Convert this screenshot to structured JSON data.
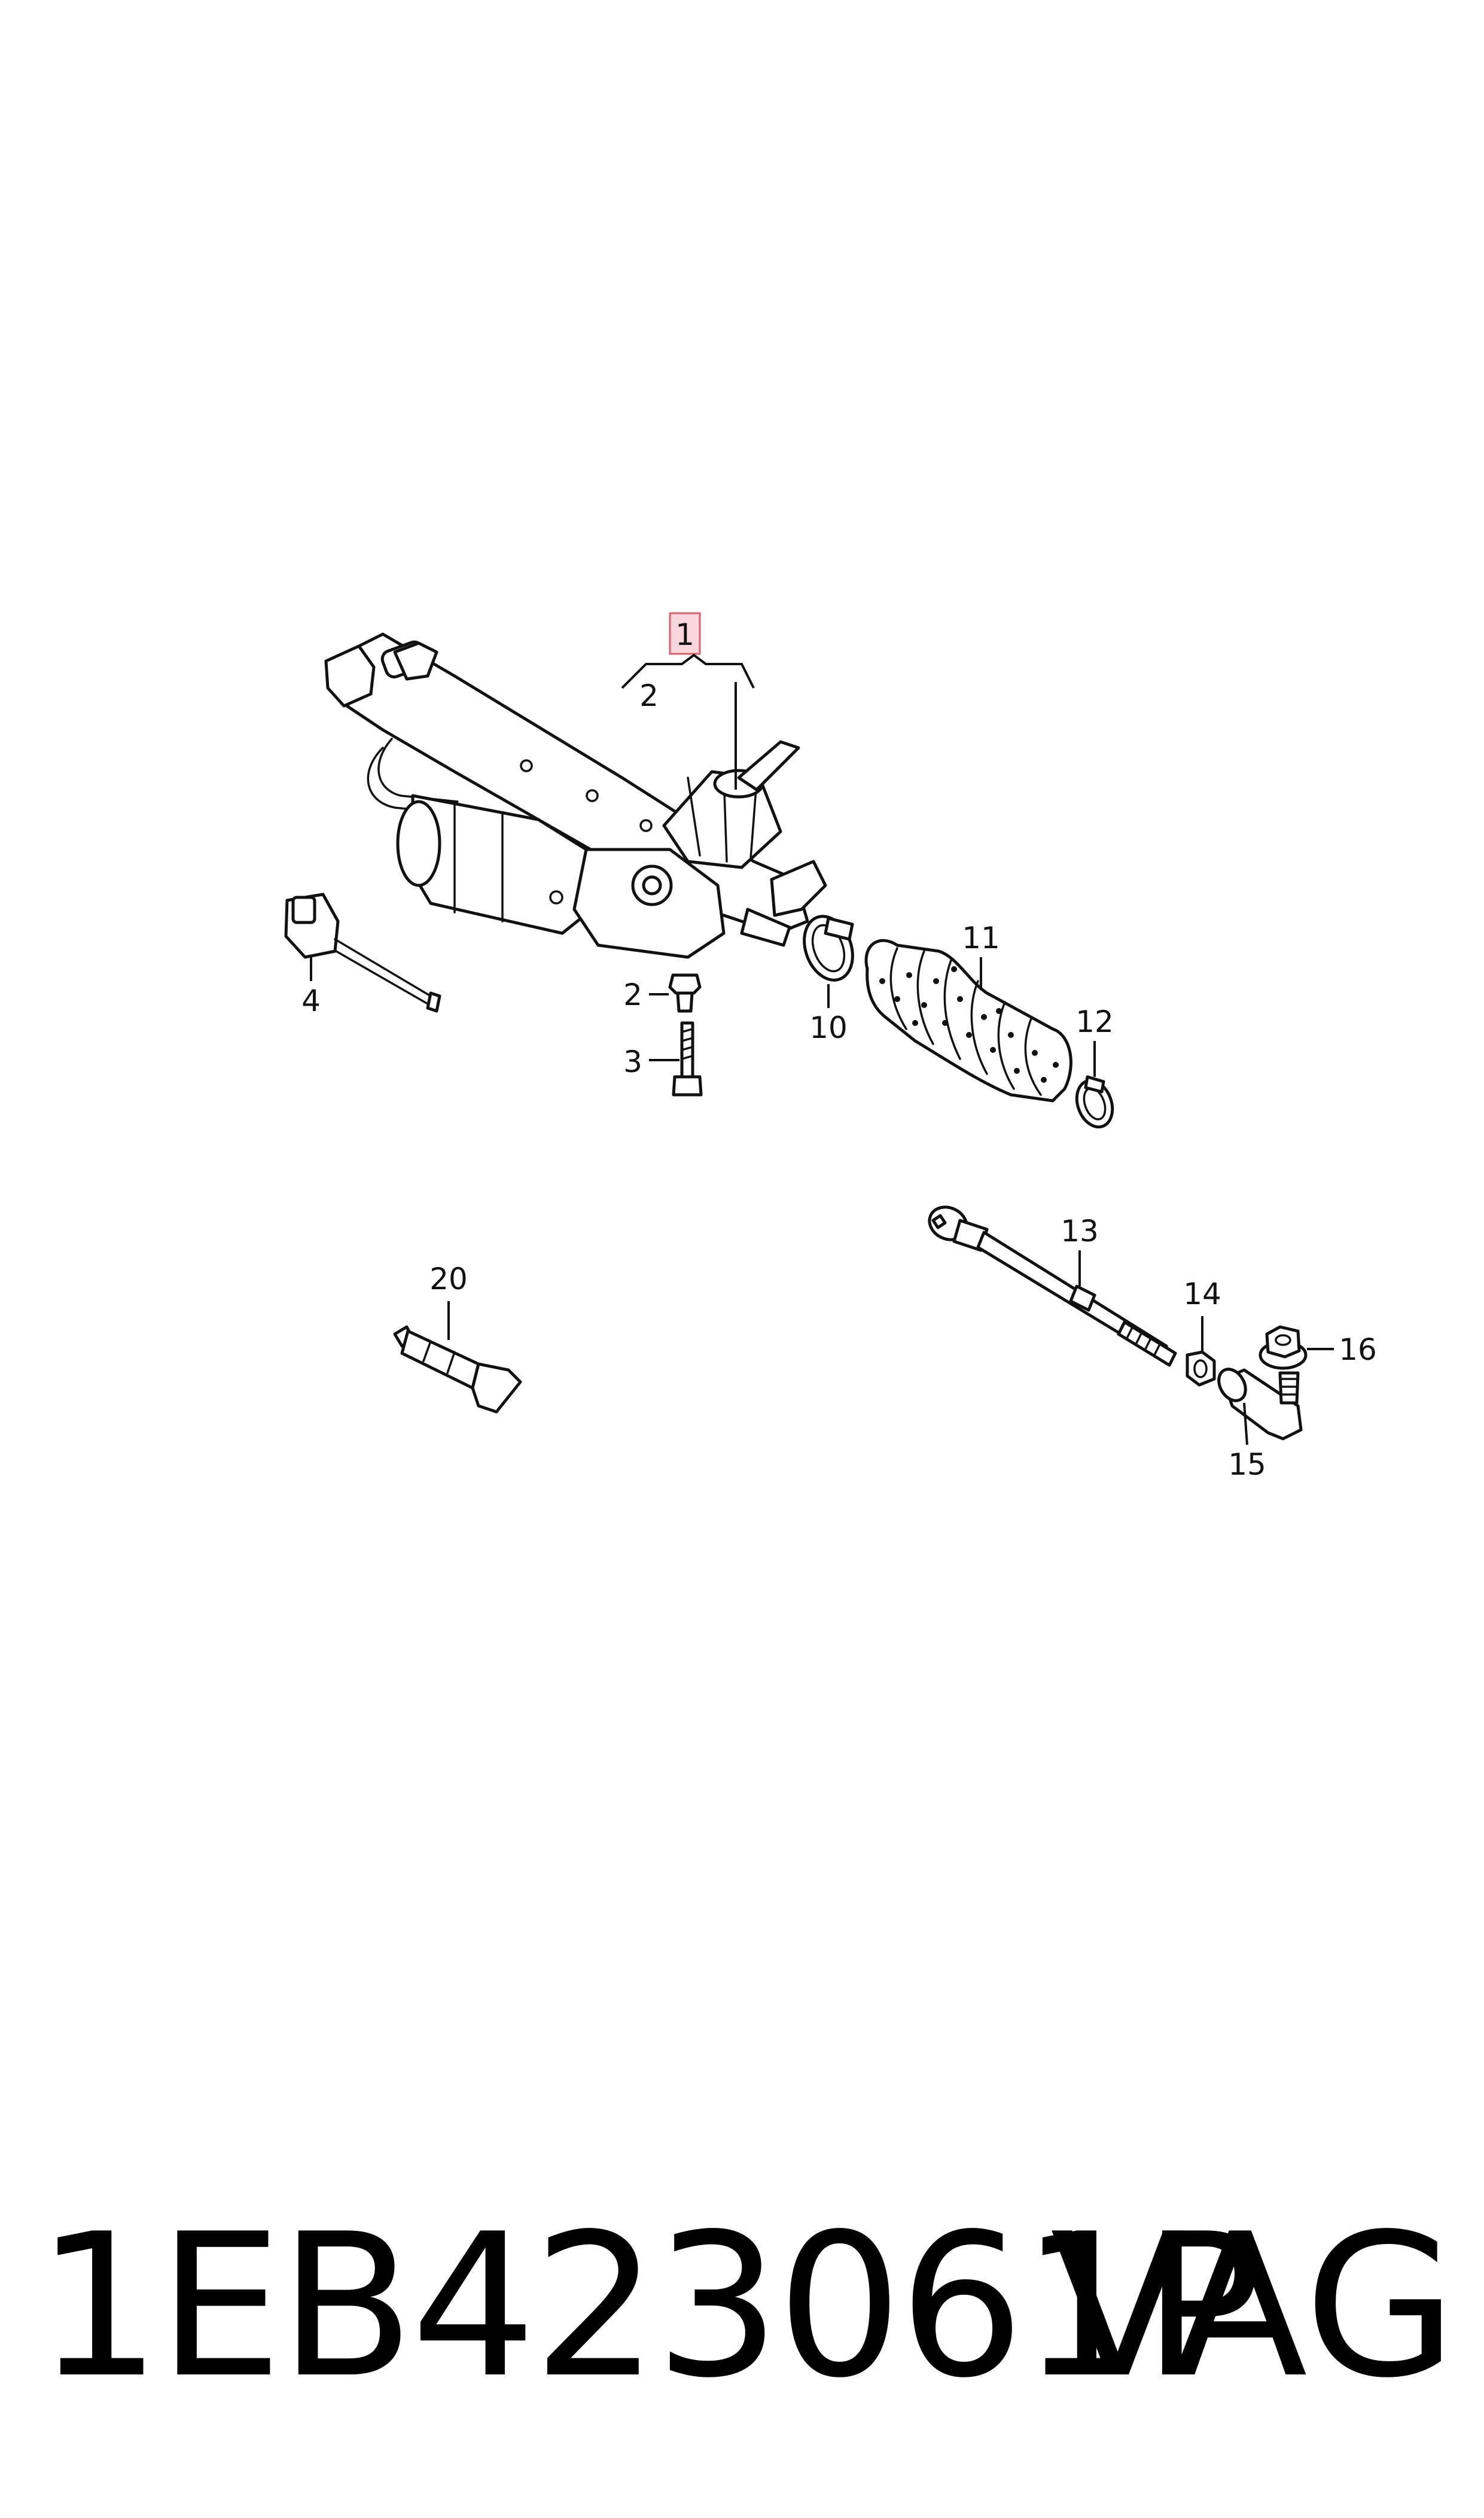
{
  "callouts": {
    "c1": "1",
    "c2a": "2",
    "c2b": "2",
    "c3": "3",
    "c4": "4",
    "c10": "10",
    "c11": "11",
    "c12": "12",
    "c13": "13",
    "c14": "14",
    "c15": "15",
    "c16": "16",
    "c20": "20"
  },
  "footer": {
    "part_number": "1EB423061P",
    "brand": "VAG"
  },
  "colors": {
    "highlight_fill": "#f9d6da",
    "highlight_stroke": "#d9606e",
    "line": "#111111"
  }
}
